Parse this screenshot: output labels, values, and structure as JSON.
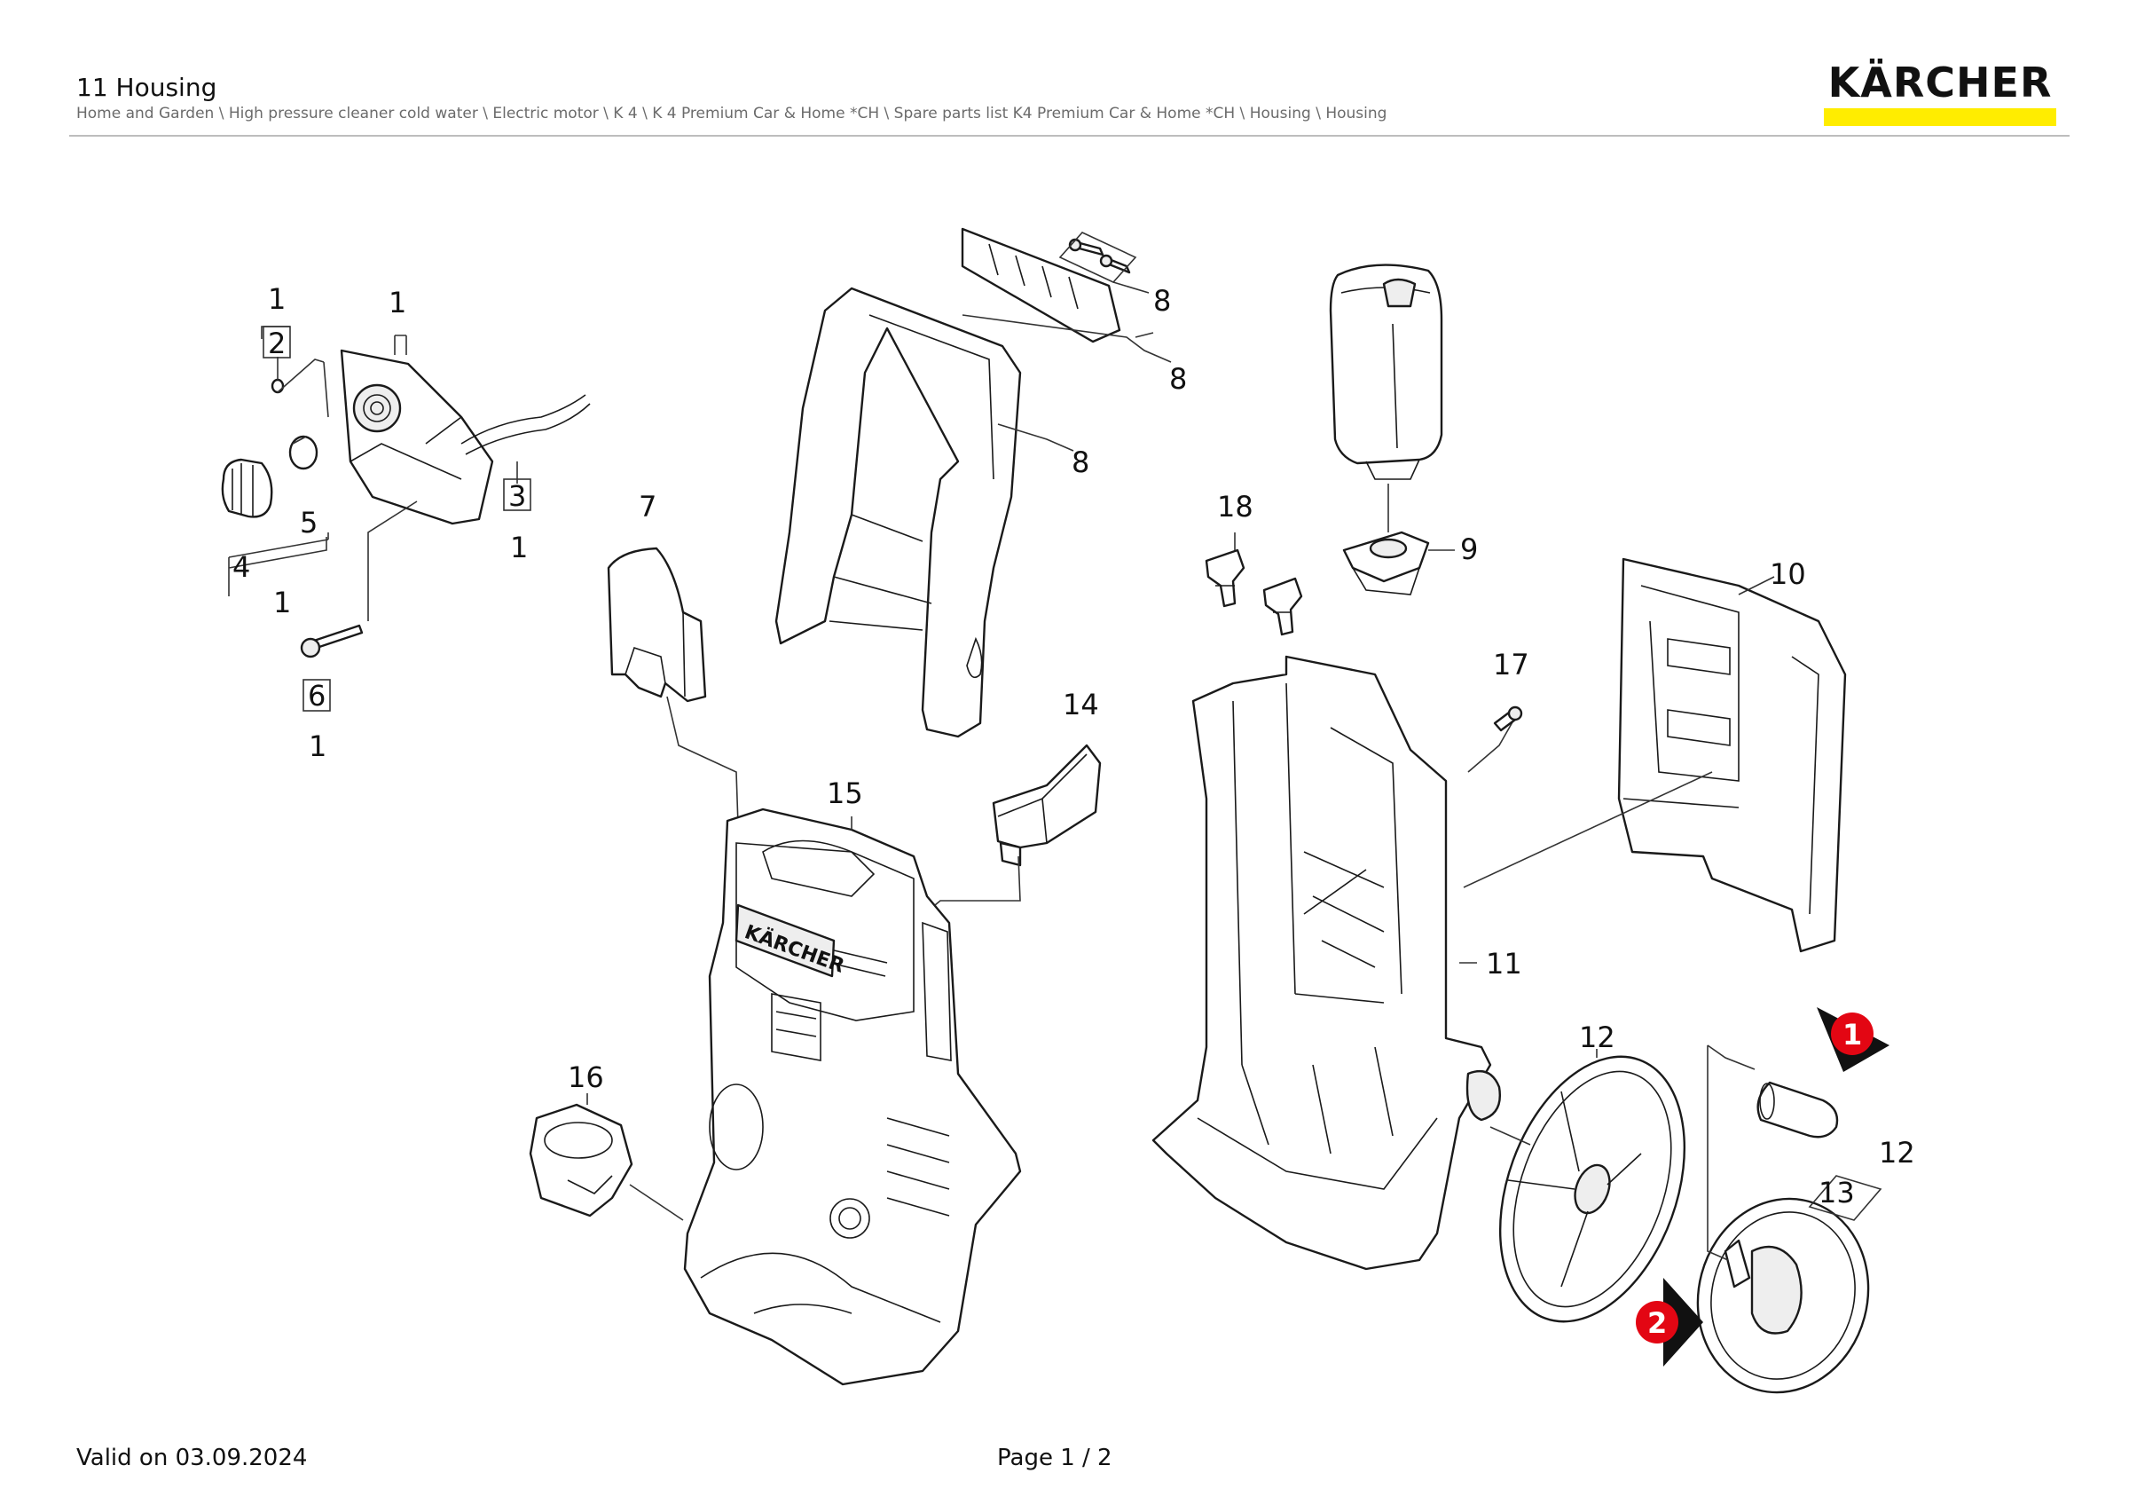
{
  "header": {
    "title": "11 Housing",
    "breadcrumb": "Home and Garden \\ High pressure cleaner cold water \\ Electric motor \\ K 4 \\ K 4 Premium Car & Home *CH \\ Spare parts list K4 Premium Car & Home *CH \\ Housing \\ Housing"
  },
  "logo": {
    "text": "KÄRCHER",
    "bar_color": "#ffed00"
  },
  "footer": {
    "valid": "Valid on 03.09.2024",
    "page": "Page 1 / 2"
  },
  "callouts": [
    {
      "id": "c-1-top",
      "text": "1"
    },
    {
      "id": "c-2",
      "text": "2"
    },
    {
      "id": "c-1-b",
      "text": "1"
    },
    {
      "id": "c-3",
      "text": "3"
    },
    {
      "id": "c-1-c",
      "text": "1"
    },
    {
      "id": "c-4",
      "text": "4"
    },
    {
      "id": "c-5",
      "text": "5"
    },
    {
      "id": "c-1-d",
      "text": "1"
    },
    {
      "id": "c-6",
      "text": "6"
    },
    {
      "id": "c-1-e",
      "text": "1"
    },
    {
      "id": "c-7",
      "text": "7"
    },
    {
      "id": "c-8-a",
      "text": "8"
    },
    {
      "id": "c-8-b",
      "text": "8"
    },
    {
      "id": "c-8-c",
      "text": "8"
    },
    {
      "id": "c-9",
      "text": "9"
    },
    {
      "id": "c-10",
      "text": "10"
    },
    {
      "id": "c-11",
      "text": "11"
    },
    {
      "id": "c-12-a",
      "text": "12"
    },
    {
      "id": "c-12-b",
      "text": "12"
    },
    {
      "id": "c-13",
      "text": "13"
    },
    {
      "id": "c-14",
      "text": "14"
    },
    {
      "id": "c-15",
      "text": "15"
    },
    {
      "id": "c-16",
      "text": "16"
    },
    {
      "id": "c-17",
      "text": "17"
    },
    {
      "id": "c-18",
      "text": "18"
    }
  ],
  "markers": [
    {
      "id": "marker-1",
      "text": "1",
      "color": "#e30613"
    },
    {
      "id": "marker-2",
      "text": "2",
      "color": "#e30613"
    }
  ],
  "housing_brand_text": "KÄRCHER",
  "icons": [
    "red-arrow-marker-icon"
  ]
}
